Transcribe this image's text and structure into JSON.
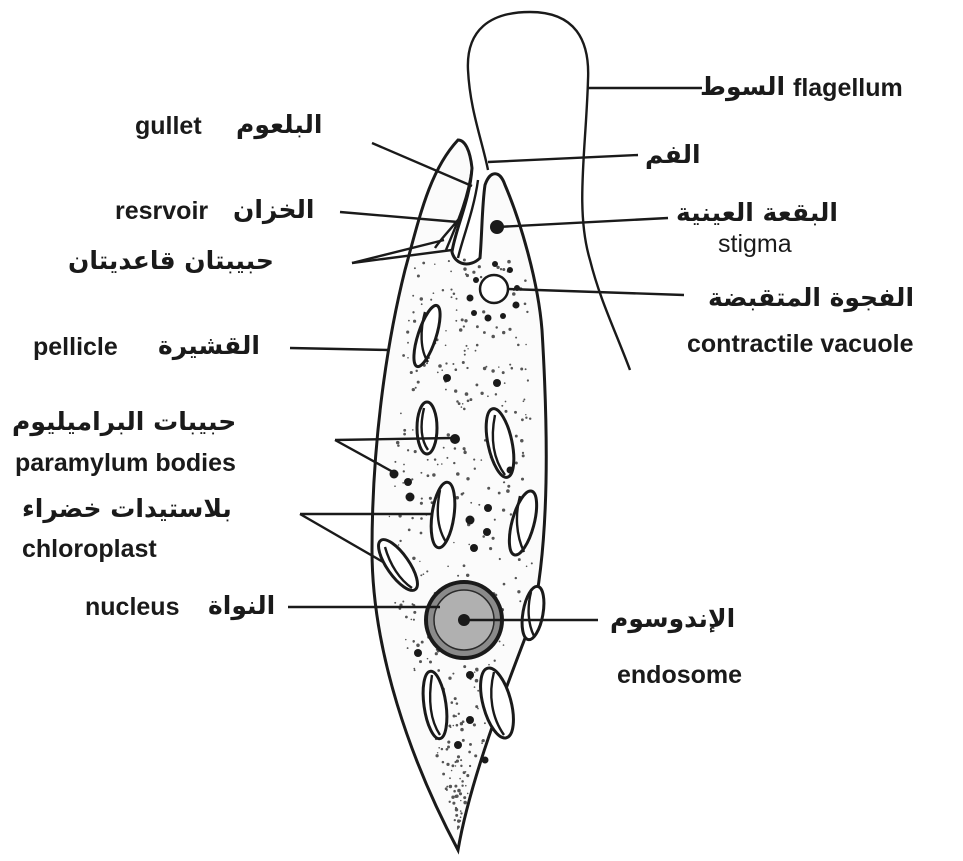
{
  "labels": {
    "flagellum": {
      "en": "flagellum",
      "ar": "السوط"
    },
    "gullet": {
      "en": "gullet",
      "ar": "البلعوم"
    },
    "mouth": {
      "ar": "الفم"
    },
    "reservoir": {
      "en": "resrvoir",
      "ar": "الخزان"
    },
    "stigma": {
      "en": "stigma",
      "ar": "البقعة العينية"
    },
    "basal_granules": {
      "ar": "حبيبتان قاعديتان"
    },
    "contractile_vacuole": {
      "en": "contractile vacuole",
      "ar": "الفجوة المتقبضة"
    },
    "pellicle": {
      "en": "pellicle",
      "ar": "القشيرة"
    },
    "paramylum": {
      "en": "paramylum bodies",
      "ar": "حبيبات البراميليوم"
    },
    "chloroplast": {
      "en": "chloroplast",
      "ar": "بلاستيدات خضراء"
    },
    "nucleus": {
      "en": "nucleus",
      "ar": "النواة"
    },
    "endosome": {
      "en": "endosome",
      "ar": "الإندوسوم"
    }
  },
  "colors": {
    "ink": "#1a1a1a",
    "background": "#ffffff"
  }
}
